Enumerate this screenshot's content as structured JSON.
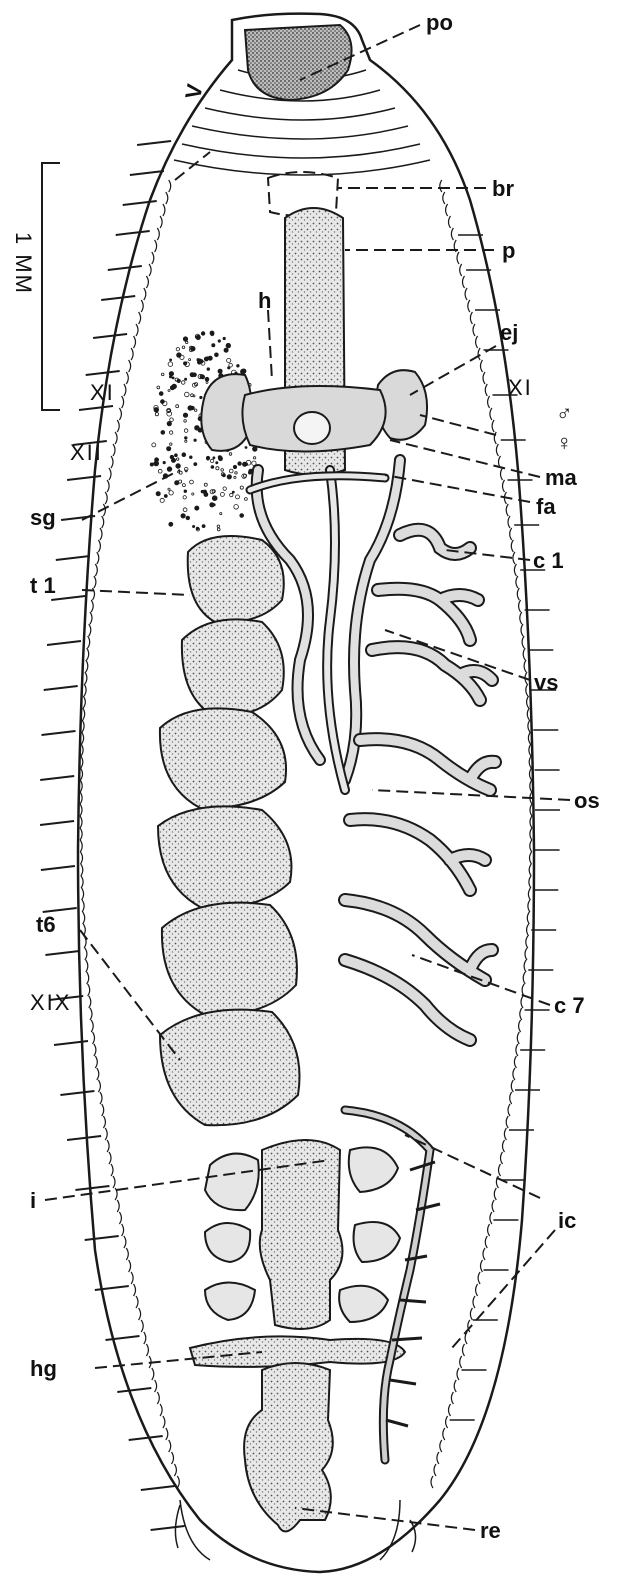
{
  "figure": {
    "scale_bar": {
      "label": "1 MM"
    },
    "segments": {
      "XI_left": "XI",
      "XII_left": "XII",
      "XIX_left": "XIX",
      "XI_right": "XI"
    },
    "sex_symbols": {
      "male": "♂",
      "female": "♀"
    },
    "labels": {
      "po": "po",
      "br": "br",
      "p": "p",
      "h": "h",
      "ej": "ej",
      "ma": "ma",
      "fa": "fa",
      "sg": "sg",
      "c1": "c 1",
      "t1": "t 1",
      "vs": "vs",
      "os": "os",
      "t6": "t6",
      "c7": "c 7",
      "i": "i",
      "ic": "ic",
      "hg": "hg",
      "re": "re",
      "v": "V"
    }
  }
}
